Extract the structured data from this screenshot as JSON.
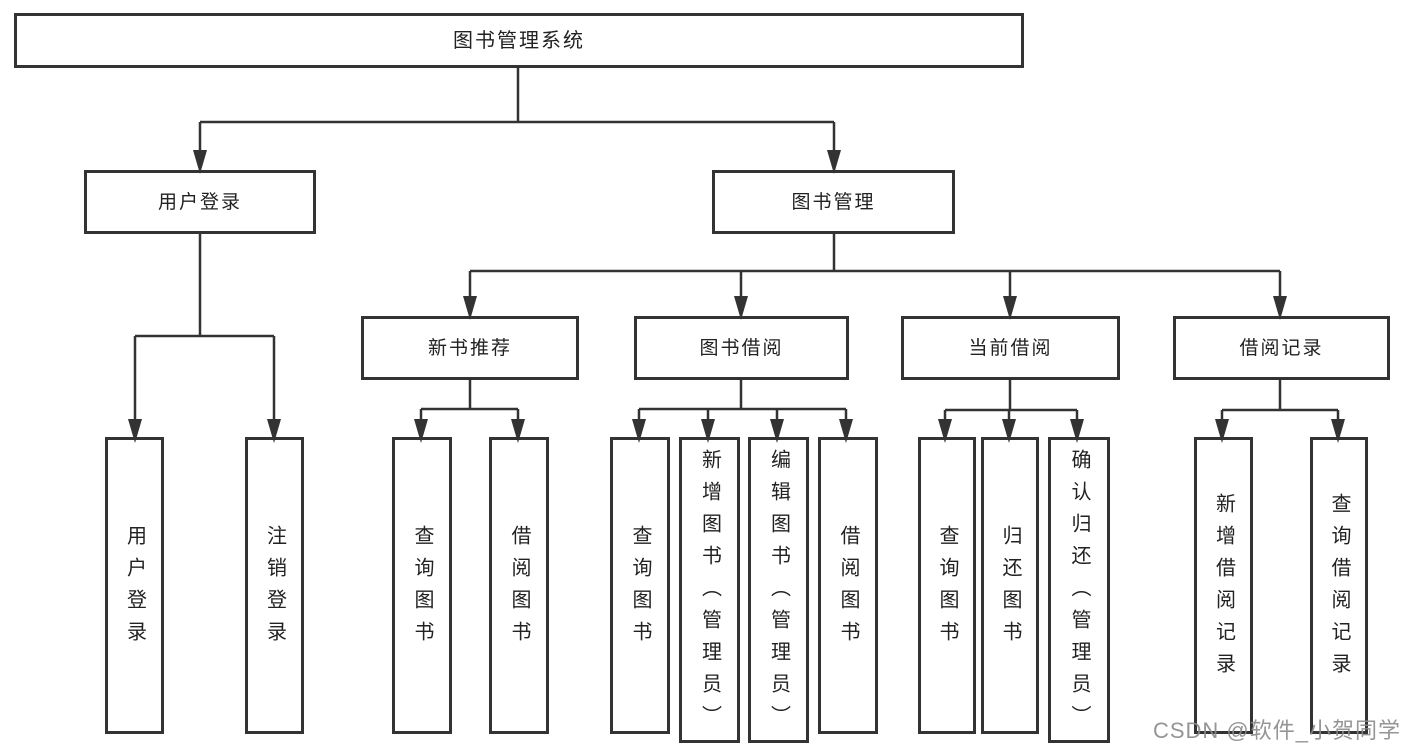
{
  "tree": {
    "root": {
      "label": "图书管理系统",
      "children": [
        {
          "label": "用户登录",
          "children": [
            {
              "label": "用户登录"
            },
            {
              "label": "注销登录"
            }
          ]
        },
        {
          "label": "图书管理",
          "children": [
            {
              "label": "新书推荐",
              "children": [
                {
                  "label": "查询图书"
                },
                {
                  "label": "借阅图书"
                }
              ]
            },
            {
              "label": "图书借阅",
              "children": [
                {
                  "label": "查询图书"
                },
                {
                  "label": "新增图书（管理员）"
                },
                {
                  "label": "编辑图书（管理员）"
                },
                {
                  "label": "借阅图书"
                }
              ]
            },
            {
              "label": "当前借阅",
              "children": [
                {
                  "label": "查询图书"
                },
                {
                  "label": "归还图书"
                },
                {
                  "label": "确认归还（管理员）"
                }
              ]
            },
            {
              "label": "借阅记录",
              "children": [
                {
                  "label": "新增借阅记录"
                },
                {
                  "label": "查询借阅记录"
                }
              ]
            }
          ]
        }
      ]
    }
  },
  "watermark": {
    "text": "CSDN @软件_小贺同学"
  },
  "colors": {
    "line": "#333333",
    "text": "#222222",
    "background": "#ffffff",
    "watermark": "#8a8a8a"
  }
}
